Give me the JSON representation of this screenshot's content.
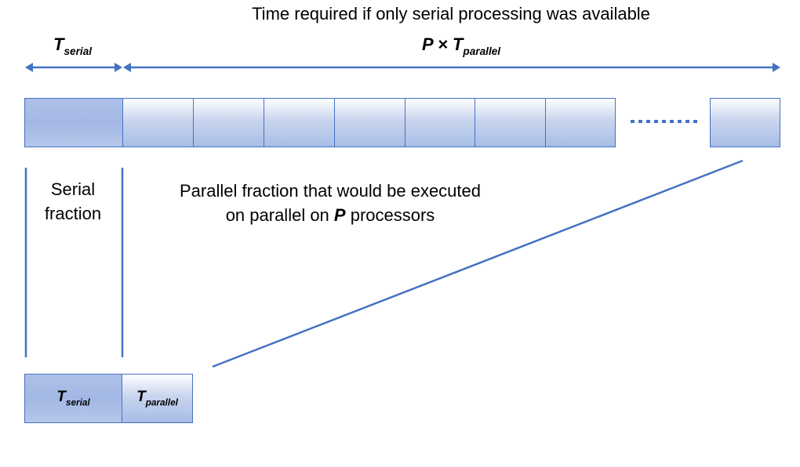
{
  "title": "Time required if only serial processing was available",
  "top_labels": {
    "serial_main": "T",
    "serial_sub": "serial",
    "parallel_prefix": "P × T",
    "parallel_sub": "parallel"
  },
  "captions": {
    "serial_line1": "Serial",
    "serial_line2": "fraction",
    "parallel_line1": "Parallel fraction that would be executed",
    "parallel_line2_pre": "on parallel on ",
    "parallel_line2_p": "P",
    "parallel_line2_post": " processors"
  },
  "bottom_labels": {
    "serial_main": "T",
    "serial_sub": "serial",
    "parallel_main": "T",
    "parallel_sub": "parallel"
  },
  "colors": {
    "accent": "#4472c4",
    "serial_fill": "#a3b8e4",
    "parallel_fill": "#c9d5ee"
  }
}
